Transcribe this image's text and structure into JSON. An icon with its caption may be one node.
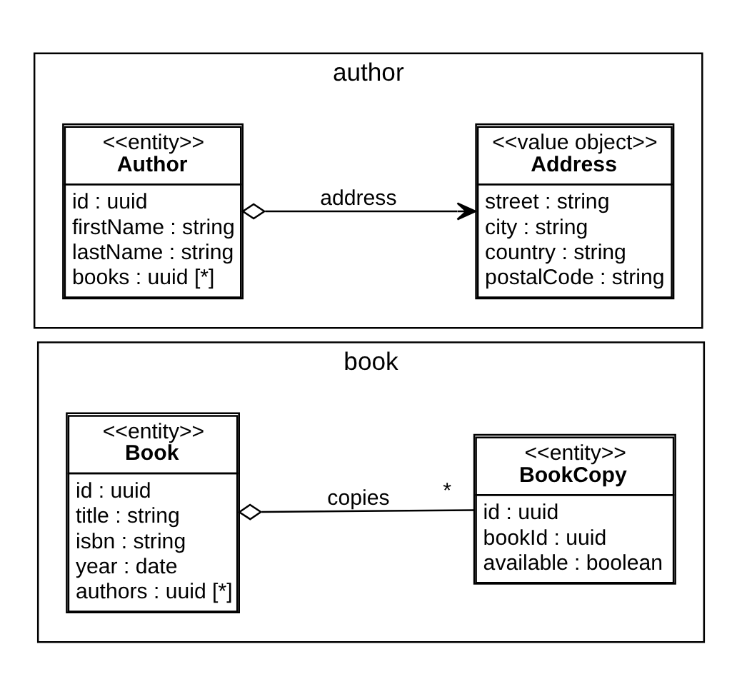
{
  "diagram": {
    "nodes": [
      {
        "text": [
          "book"
        ]
      },
      {
        "text": [
          "<<entity>>",
          "Book",
          "id : uuid",
          "title : string",
          "isbn : string",
          "year : date",
          "authors : uuid [*]"
        ],
        "in": 0
      },
      {
        "text": [
          "<<entity>>",
          "BookCopy",
          "id : uuid",
          "bookId : uuid",
          "available : boolean"
        ],
        "in": 0
      },
      {
        "text": [
          "author"
        ]
      },
      {
        "text": [
          "<<entity>>",
          "Author",
          "id : uuid",
          "firstName : string",
          "lastName : string",
          "books : uuid [*]"
        ],
        "in": 3
      },
      {
        "text": [
          "<<value object>>",
          "Address",
          "street : string",
          "city : string",
          "country : string",
          "postalCode : string"
        ],
        "in": 3
      }
    ],
    "edges": [
      {
        "from": 1,
        "to": 2,
        "arrow": "other",
        "label": "copies"
      },
      {
        "from": 4,
        "to": 5,
        "arrow": "to",
        "label": "address"
      }
    ],
    "labels": [
      "*"
    ]
  }
}
